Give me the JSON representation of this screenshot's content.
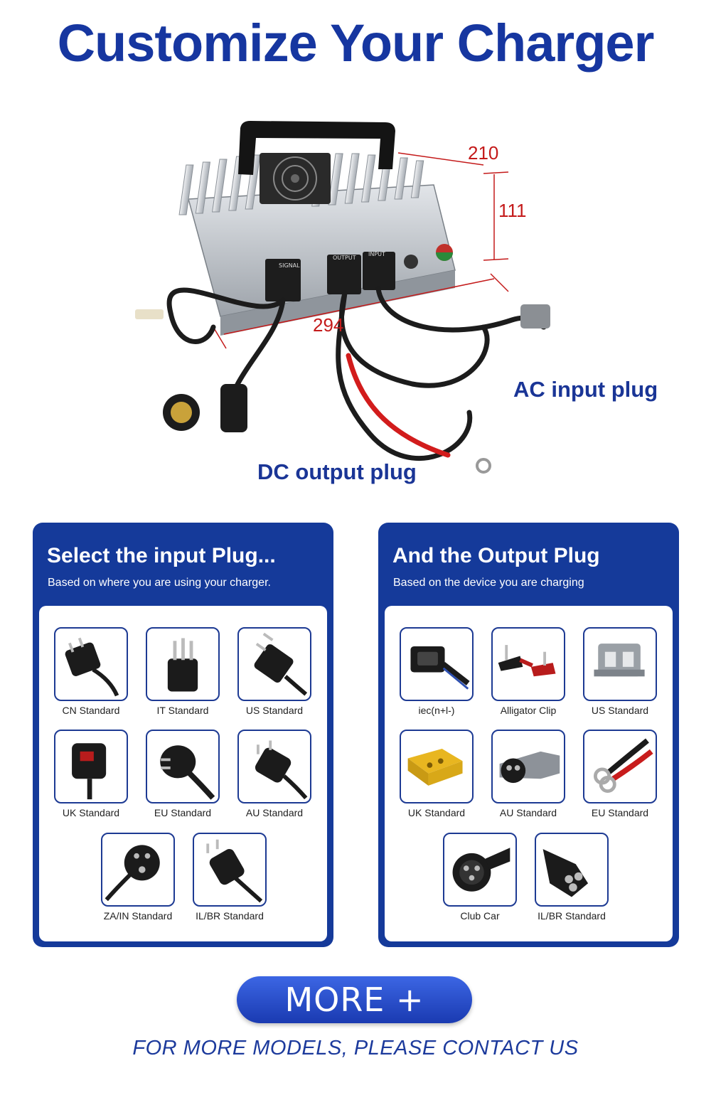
{
  "header": {
    "title": "Customize Your Charger"
  },
  "product": {
    "dimensions": {
      "width": "210",
      "height": "111",
      "length": "294"
    },
    "port_labels": {
      "signal": "SIGNAL",
      "output": "OUTPUT",
      "input": "INPUT"
    },
    "callouts": {
      "ac_input": "AC input plug",
      "dc_output": "DC output plug"
    },
    "colors": {
      "body": "#c8ccd1",
      "cable": "#1c1c1c",
      "dim_lines": "#c41a1a",
      "dc_cable": "#d21c1c"
    }
  },
  "input_panel": {
    "title": "Select the input Plug...",
    "subtitle": "Based on where you are using your charger.",
    "items": [
      {
        "label": "CN Standard",
        "icon": "cn-plug-icon"
      },
      {
        "label": "IT Standard",
        "icon": "it-plug-icon"
      },
      {
        "label": "US Standard",
        "icon": "us-plug-icon"
      },
      {
        "label": "UK Standard",
        "icon": "uk-plug-icon"
      },
      {
        "label": "EU Standard",
        "icon": "eu-plug-icon"
      },
      {
        "label": "AU Standard",
        "icon": "au-plug-icon"
      },
      {
        "label": "ZA/IN Standard",
        "icon": "za-in-plug-icon"
      },
      {
        "label": "IL/BR Standard",
        "icon": "il-br-plug-icon"
      }
    ]
  },
  "output_panel": {
    "title": "And the Output Plug",
    "subtitle": "Based on the device you are charging",
    "items": [
      {
        "label": "iec(n+l-)",
        "icon": "iec-connector-icon"
      },
      {
        "label": "Alligator Clip",
        "icon": "alligator-clip-icon"
      },
      {
        "label": "US Standard",
        "icon": "anderson-connector-icon"
      },
      {
        "label": "UK Standard",
        "icon": "xt60-connector-icon"
      },
      {
        "label": "AU Standard",
        "icon": "au-dc-connector-icon"
      },
      {
        "label": "EU Standard",
        "icon": "ring-terminal-icon"
      },
      {
        "label": "Club Car",
        "icon": "club-car-connector-icon"
      },
      {
        "label": "IL/BR Standard",
        "icon": "il-br-dc-connector-icon"
      }
    ]
  },
  "footer": {
    "more_button": "MORE +",
    "contact_text": "FOR MORE MODELS, PLEASE CONTACT US"
  },
  "theme": {
    "primary_blue": "#153a9a",
    "title_blue": "#1636a0"
  }
}
